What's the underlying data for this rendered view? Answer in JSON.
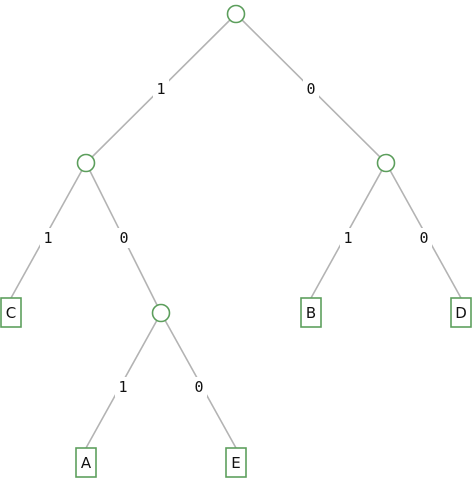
{
  "tree": {
    "colors": {
      "node_stroke": "#5c9e5c",
      "edge": "#b3b3b3",
      "text": "#111111"
    },
    "edges": [
      {
        "id": "root-l",
        "label": "1"
      },
      {
        "id": "root-r",
        "label": "0"
      },
      {
        "id": "l-c",
        "label": "1"
      },
      {
        "id": "l-ae",
        "label": "0"
      },
      {
        "id": "r-b",
        "label": "1"
      },
      {
        "id": "r-d",
        "label": "0"
      },
      {
        "id": "ae-a",
        "label": "1"
      },
      {
        "id": "ae-e",
        "label": "0"
      }
    ],
    "leaves": [
      {
        "id": "c",
        "label": "C"
      },
      {
        "id": "b",
        "label": "B"
      },
      {
        "id": "d",
        "label": "D"
      },
      {
        "id": "a",
        "label": "A"
      },
      {
        "id": "e",
        "label": "E"
      }
    ]
  }
}
